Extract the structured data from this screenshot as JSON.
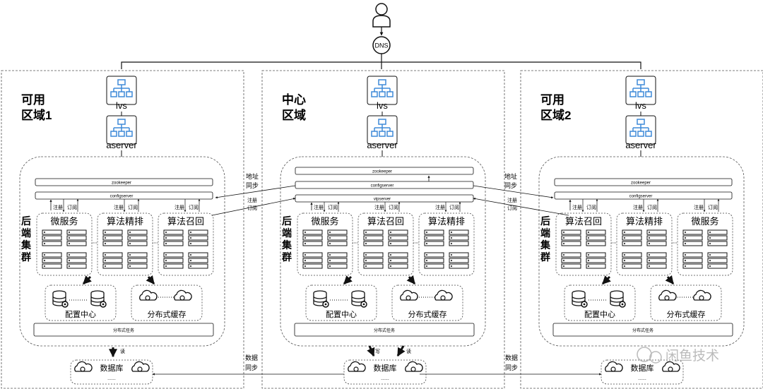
{
  "dns_label": "DNS",
  "zones": [
    {
      "title1": "可用",
      "title2": "区域1",
      "services": [
        "微服务",
        "算法精排",
        "算法召回"
      ],
      "has_vipserver": false
    },
    {
      "title1": "中心",
      "title2": "区域",
      "services": [
        "微服务",
        "算法召回",
        "算法精排"
      ],
      "has_vipserver": true
    },
    {
      "title1": "可用",
      "title2": "区域2",
      "services": [
        "算法召回",
        "算法精排",
        "微服务"
      ],
      "has_vipserver": false
    }
  ],
  "lvs": "lvs",
  "aserver": "aserver",
  "zookeeper": "zookeeper",
  "configserver": "configserver",
  "vipserver": "vipserver",
  "register": "注册",
  "subscribe": "订阅",
  "backend_cluster": [
    "后",
    "端",
    "集",
    "群"
  ],
  "config_center": "配置中心",
  "dist_cache": "分布式缓存",
  "dist_task": "分布式任务",
  "database": "数据库",
  "read": "读",
  "write": "写",
  "dots": "......",
  "addr_sync": [
    "地址",
    "同步"
  ],
  "data_sync": [
    "数据",
    "同步"
  ],
  "watermark": "闲鱼技术"
}
